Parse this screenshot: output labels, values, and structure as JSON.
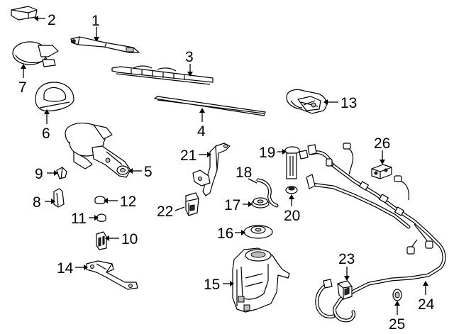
{
  "diagram": {
    "title": "Windshield wiper and washer components",
    "callouts": [
      {
        "id": "1",
        "text": "1",
        "part": "wiper-arm"
      },
      {
        "id": "2",
        "text": "2",
        "part": "arm-cap"
      },
      {
        "id": "3",
        "text": "3",
        "part": "wiper-blade"
      },
      {
        "id": "4",
        "text": "4",
        "part": "blade-refill"
      },
      {
        "id": "5",
        "text": "5",
        "part": "wiper-linkage"
      },
      {
        "id": "6",
        "text": "6",
        "part": "motor-cover"
      },
      {
        "id": "7",
        "text": "7",
        "part": "motor-cap"
      },
      {
        "id": "8",
        "text": "8",
        "part": "clip"
      },
      {
        "id": "9",
        "text": "9",
        "part": "grommet"
      },
      {
        "id": "10",
        "text": "10",
        "part": "retainer"
      },
      {
        "id": "11",
        "text": "11",
        "part": "bushing"
      },
      {
        "id": "12",
        "text": "12",
        "part": "nut"
      },
      {
        "id": "13",
        "text": "13",
        "part": "wiper-motor"
      },
      {
        "id": "14",
        "text": "14",
        "part": "bracket"
      },
      {
        "id": "15",
        "text": "15",
        "part": "washer-reservoir"
      },
      {
        "id": "16",
        "text": "16",
        "part": "reservoir-seal"
      },
      {
        "id": "17",
        "text": "17",
        "part": "filler-neck-grommet"
      },
      {
        "id": "18",
        "text": "18",
        "part": "connecting-hose"
      },
      {
        "id": "19",
        "text": "19",
        "part": "level-sensor"
      },
      {
        "id": "20",
        "text": "20",
        "part": "sensor-grommet"
      },
      {
        "id": "21",
        "text": "21",
        "part": "pump-bracket"
      },
      {
        "id": "22",
        "text": "22",
        "part": "washer-pump"
      },
      {
        "id": "23",
        "text": "23",
        "part": "washer-nozzle"
      },
      {
        "id": "24",
        "text": "24",
        "part": "washer-hose"
      },
      {
        "id": "25",
        "text": "25",
        "part": "hose-grommet"
      },
      {
        "id": "26",
        "text": "26",
        "part": "hose-connector"
      }
    ]
  }
}
